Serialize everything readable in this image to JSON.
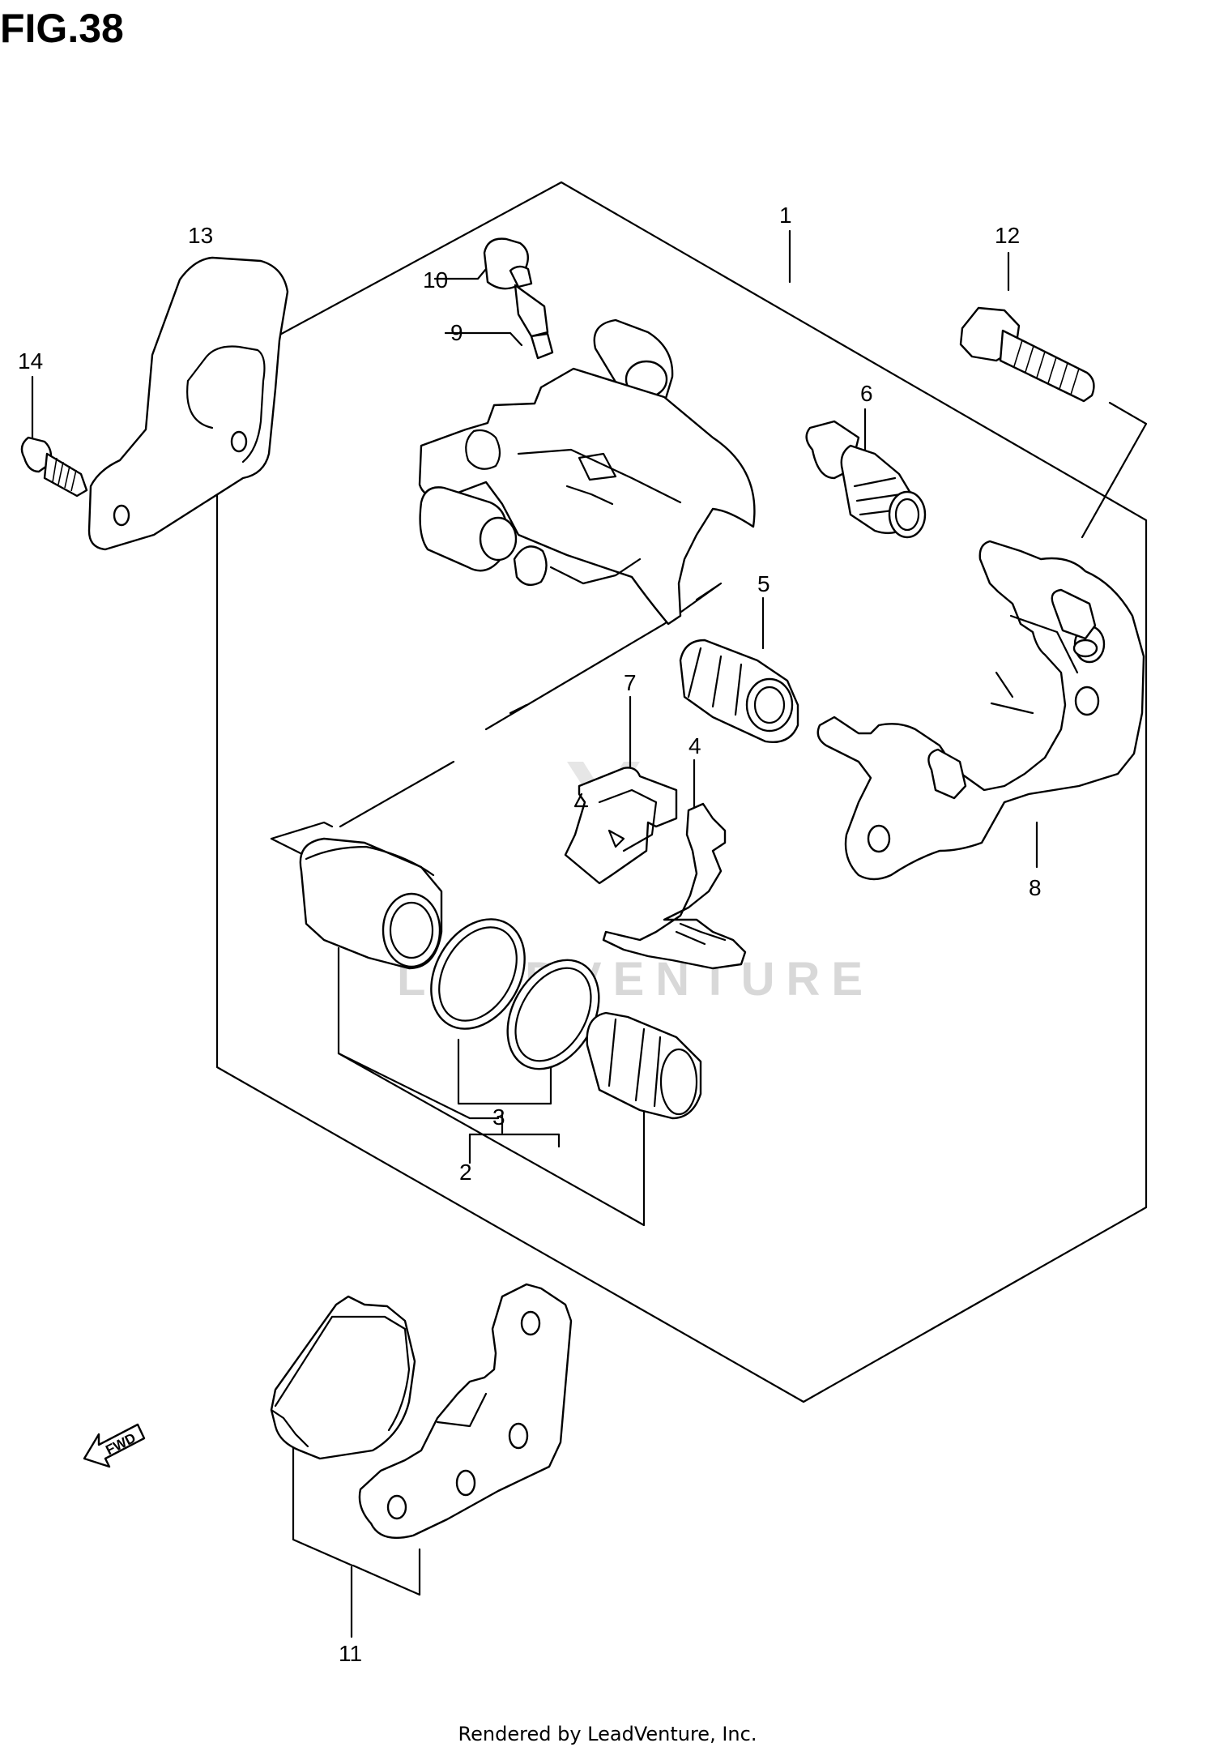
{
  "figure": {
    "title": "FIG.38"
  },
  "callouts": [
    {
      "id": "1",
      "label": "1"
    },
    {
      "id": "2",
      "label": "2"
    },
    {
      "id": "3",
      "label": "3"
    },
    {
      "id": "4",
      "label": "4"
    },
    {
      "id": "5",
      "label": "5"
    },
    {
      "id": "6",
      "label": "6"
    },
    {
      "id": "7",
      "label": "7"
    },
    {
      "id": "8",
      "label": "8"
    },
    {
      "id": "9",
      "label": "9"
    },
    {
      "id": "10",
      "label": "10"
    },
    {
      "id": "11",
      "label": "11"
    },
    {
      "id": "12",
      "label": "12"
    },
    {
      "id": "13",
      "label": "13"
    },
    {
      "id": "14",
      "label": "14"
    }
  ],
  "direction_indicator": {
    "label": "FWD"
  },
  "watermark": {
    "text": "LEADVENTURE"
  },
  "footer": {
    "text": "Rendered by LeadVenture, Inc."
  }
}
